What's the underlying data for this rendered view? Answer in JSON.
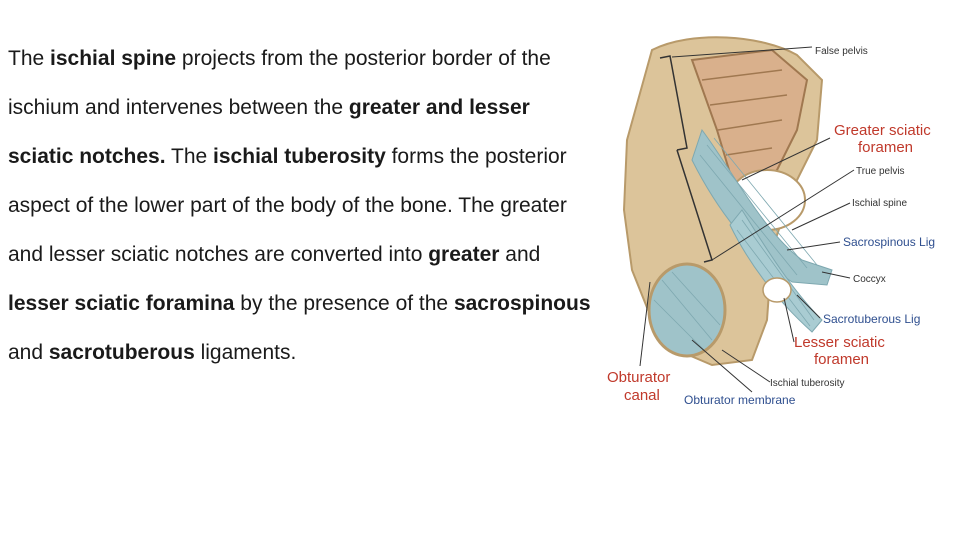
{
  "paragraph": {
    "segments": [
      {
        "text": "The ",
        "bold": false
      },
      {
        "text": "ischial spine",
        "bold": true
      },
      {
        "text": " projects from the posterior border of the ischium and intervenes between the ",
        "bold": false
      },
      {
        "text": "greater and lesser sciatic notches.",
        "bold": true
      },
      {
        "text": " The ",
        "bold": false
      },
      {
        "text": "ischial tuberosity",
        "bold": true
      },
      {
        "text": " forms the posterior aspect of the lower part of the body of the bone. The greater and lesser sciatic notches are converted into ",
        "bold": false
      },
      {
        "text": "greater",
        "bold": true
      },
      {
        "text": " and ",
        "bold": false
      },
      {
        "text": "lesser sciatic foramina",
        "bold": true
      },
      {
        "text": " by the presence of the ",
        "bold": false
      },
      {
        "text": "sacrospinous",
        "bold": true
      },
      {
        "text": " and ",
        "bold": false
      },
      {
        "text": "sacrotuberous",
        "bold": true
      },
      {
        "text": " ligaments.",
        "bold": false
      }
    ]
  },
  "figure": {
    "labels": {
      "false_pelvis": "False pelvis",
      "greater_sciatic_foramen_1": "Greater sciatic",
      "greater_sciatic_foramen_2": "foramen",
      "true_pelvis": "True pelvis",
      "ischial_spine": "Ischial spine",
      "sacrospinous_lig": "Sacrospinous Lig",
      "coccyx": "Coccyx",
      "sacrotuberous_lig": "Sacrotuberous Lig",
      "lesser_sciatic_foramen_1": "Lesser sciatic",
      "lesser_sciatic_foramen_2": "foramen",
      "obturator_canal_1": "Obturator",
      "obturator_canal_2": "canal",
      "ischial_tuberosity": "Ischial tuberosity",
      "obturator_membrane": "Obturator membrane"
    },
    "colors": {
      "bone": "#dcc49a",
      "bone_shadow": "#b89a6a",
      "ligament": "#9fc3c9",
      "sacrum": "#d9b08c",
      "red_label": "#c0392b",
      "blue_label": "#2f4f8f"
    }
  }
}
